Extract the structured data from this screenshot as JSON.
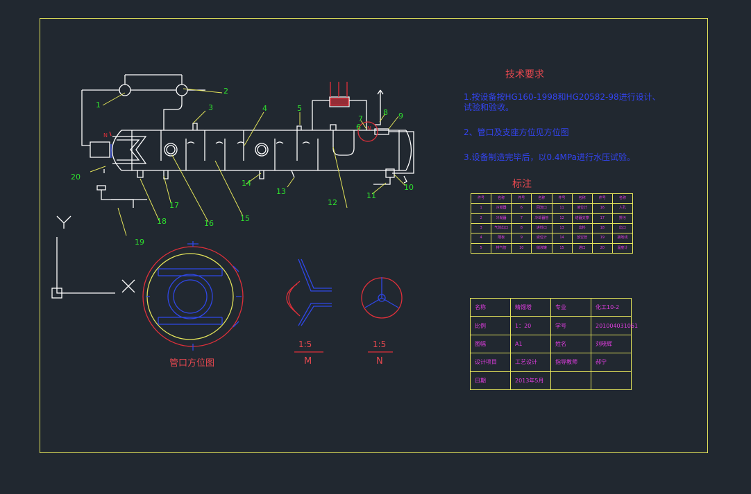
{
  "drawing": {
    "requirements_title": "技术要求",
    "requirements": [
      "1.按设备按HG160-1998和HG20582-98进行设计、试验和验收。",
      "2、管口及支座方位见方位图",
      "3.设备制造完毕后，以0.4MPa进行水压试验。"
    ],
    "legend_title": "标注",
    "view_captions": {
      "nozzle_orientation": "管口方位图",
      "scale_m": "1:5",
      "view_m": "M",
      "scale_n": "1:5",
      "view_n": "N"
    },
    "axis_labels": {
      "y": "Y",
      "x": "X"
    },
    "callouts": [
      "1",
      "2",
      "3",
      "4",
      "5",
      "6",
      "7",
      "8",
      "9",
      "10",
      "11",
      "12",
      "13",
      "14",
      "15",
      "16",
      "17",
      "18",
      "19",
      "20"
    ],
    "node_marks": {
      "n_left": "N",
      "n_right": "N"
    }
  },
  "parts_table": {
    "header": [
      "件号",
      "名称",
      "件号",
      "名称",
      "件号",
      "名称",
      "件号",
      "名称"
    ],
    "rows": [
      [
        "1",
        "冷凝器",
        "6",
        "回流口",
        "11",
        "液位计",
        "16",
        "人孔"
      ],
      [
        "2",
        "冷凝器",
        "7",
        "冷却器管",
        "12",
        "塔器支撑",
        "17",
        "排污"
      ],
      [
        "3",
        "气体出口",
        "8",
        "进料口",
        "13",
        "出料",
        "18",
        "出口"
      ],
      [
        "4",
        "隔板",
        "9",
        "液位计",
        "14",
        "放空管",
        "19",
        "接地线"
      ],
      [
        "5",
        "排气管",
        "10",
        "储液罐",
        "15",
        "进口",
        "20",
        "温度计"
      ]
    ]
  },
  "title_block": {
    "rows": [
      [
        "名称",
        "精馏塔",
        "专业",
        "化工10-2"
      ],
      [
        "比例",
        "1：20",
        "学号",
        "201004031061"
      ],
      [
        "图幅",
        "A1",
        "姓名",
        "刘晓辉"
      ],
      [
        "设计项目",
        "工艺设计",
        "指导教师",
        "郝宁"
      ],
      [
        "日期",
        "2013年5月",
        "",
        ""
      ]
    ]
  },
  "colors": {
    "background": "#212830",
    "frame": "#e4e45a",
    "geometry": "#ffffff",
    "leaders": "#e4e45a",
    "callout_text": "#2ee22e",
    "requirements_text": "#3344ee",
    "heading_text": "#e8484f",
    "table_text": "#e03de0",
    "section_blue": "#2f47e6",
    "section_red": "#e0303a"
  }
}
